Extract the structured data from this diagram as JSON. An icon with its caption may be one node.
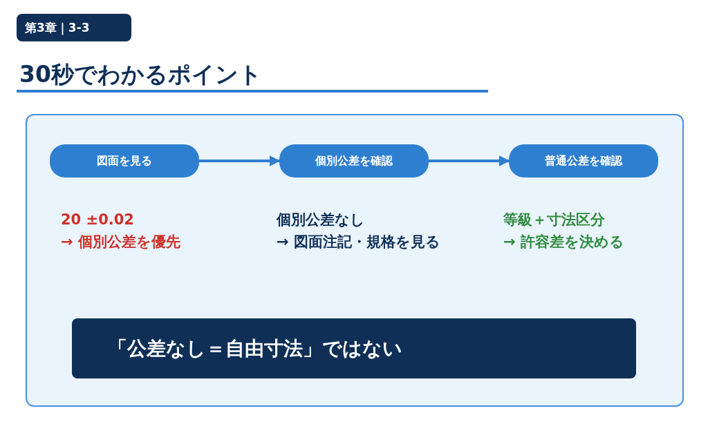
{
  "diagram": {
    "title": "30秒でわかるポイント",
    "nodes": [
      {
        "text": [
          "図面を見る"
        ],
        "beside": [
          "20 ±0.02",
          "→ 個別公差を優先"
        ]
      },
      {
        "text": [
          "個別公差を確認"
        ],
        "beside": [
          "個別公差なし",
          "→ 図面注記・規格を見る"
        ]
      },
      {
        "text": [
          "普通公差を確認"
        ],
        "beside": [
          "等級＋寸法区分",
          "→ 許容差を決める"
        ]
      },
      {
        "text": [
          "「公差なし＝自由寸法」ではない"
        ]
      }
    ],
    "edges": [
      {
        "from": 0,
        "to": 1,
        "arrow": "to"
      },
      {
        "from": 1,
        "to": 2,
        "arrow": "to"
      }
    ],
    "labels": [
      "第3章｜3-3"
    ]
  }
}
